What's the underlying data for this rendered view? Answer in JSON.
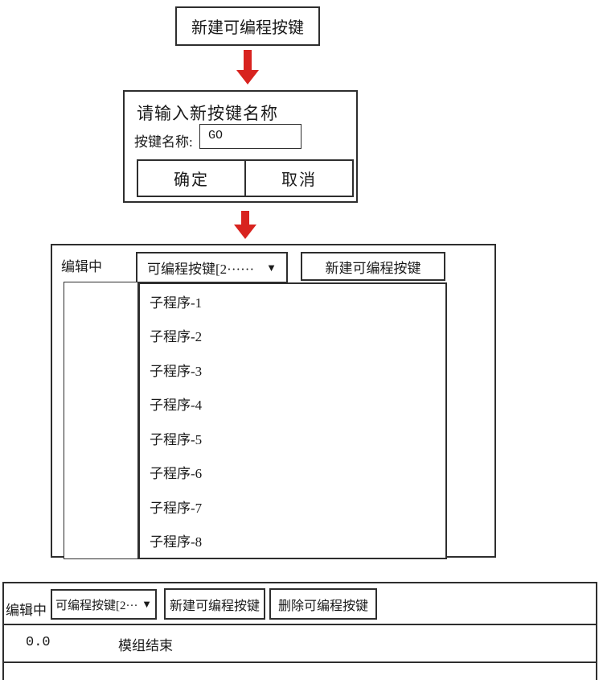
{
  "colors": {
    "border": "#2e2e2e",
    "arrow_red": "#d8231f",
    "background": "#ffffff"
  },
  "icons": {
    "dropdown_arrow": "▼"
  },
  "flow": {
    "step1_label": "新建可编程按键",
    "dialog": {
      "title": "请输入新按键名称",
      "name_label": "按键名称:",
      "name_value": "GO",
      "ok_label": "确定",
      "cancel_label": "取消"
    },
    "editor": {
      "status_label": "编辑中",
      "dropdown_label": "可编程按键[2······",
      "new_button_label": "新建可编程按键",
      "subroutines": [
        "子程序-1",
        "子程序-2",
        "子程序-3",
        "子程序-4",
        "子程序-5",
        "子程序-6",
        "子程序-7",
        "子程序-8"
      ]
    },
    "bottom_bar": {
      "status_label": "编辑中",
      "dropdown_label": "可编程按键[2···",
      "new_button_label": "新建可编程按键",
      "delete_button_label": "删除可编程按键",
      "row_number": "0.0",
      "row_text": "模组结束"
    }
  }
}
